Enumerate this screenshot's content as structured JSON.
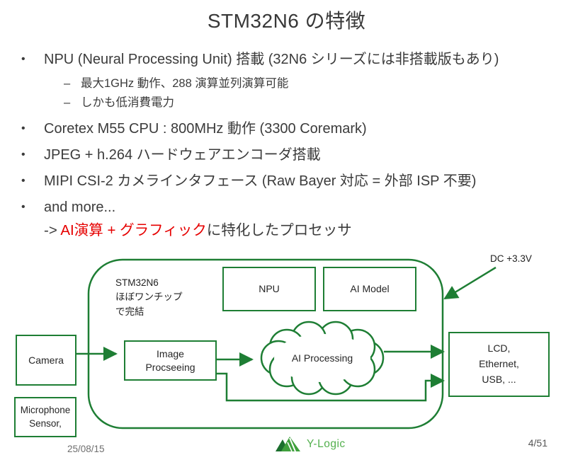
{
  "title": "STM32N6 の特徴",
  "bullets": {
    "bullet_marker": "•",
    "sub_marker": "–",
    "b1": "NPU (Neural Processing Unit) 搭載 (32N6 シリーズには非搭載版もあり)",
    "b1_sub1": "最大1GHz 動作、288 演算並列演算可能",
    "b1_sub2": "しかも低消費電力",
    "b2": "Coretex M55 CPU : 800MHz 動作 (3300 Coremark)",
    "b3": "JPEG + h.264 ハードウェアエンコーダ搭載",
    "b4": "MIPI CSI-2 カメラインタフェース (Raw Bayer 対応 = 外部 ISP 不要)",
    "b5": "and more..."
  },
  "conclusion": {
    "arrow": "-> ",
    "highlight": "AI演算 + グラフィック",
    "rest": "に特化したプロセッサ"
  },
  "diagram": {
    "chip_label": "STM32N6\nほぼワンチップ\nで完結",
    "npu_label": "NPU",
    "ai_model_label": "AI Model",
    "image_processing_label": "Image\nProcseeing",
    "ai_processing_label": "AI Processing",
    "camera_label": "Camera",
    "microphone_label": "Microphone\nSensor,",
    "outputs_label": "LCD,\nEthernet,\nUSB, ...",
    "power_label": "DC +3.3V"
  },
  "footer": {
    "date": "25/08/15",
    "logo_text": "Y-Logic",
    "page_number": "4/51"
  },
  "colors": {
    "green": "#1e7e34",
    "logo_green": "#53b04e",
    "red": "#e60000",
    "text": "#3b3b3b"
  }
}
